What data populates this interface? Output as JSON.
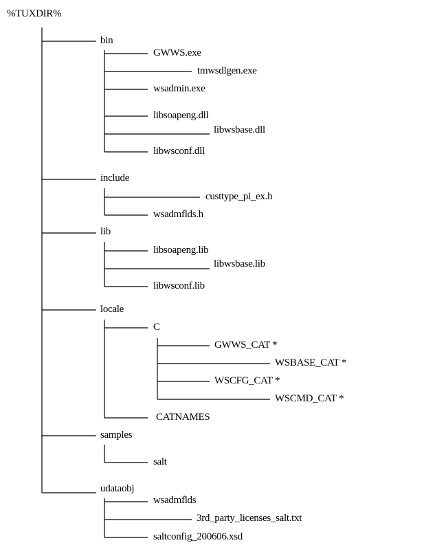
{
  "root": "%TUXDIR%",
  "bin": {
    "label": "bin",
    "children": [
      "GWWS.exe",
      "tmwsdlgen.exe",
      "wsadmin.exe",
      "libsoapeng.dll",
      "libwsbase.dll",
      "libwsconf.dll"
    ]
  },
  "include": {
    "label": "include",
    "children": [
      "custtype_pi_ex.h",
      "wsadmflds.h"
    ]
  },
  "lib": {
    "label": "lib",
    "children": [
      "libsoapeng.lib",
      "libwsbase.lib",
      "libwsconf.lib"
    ]
  },
  "locale": {
    "label": "locale",
    "c": {
      "label": "C",
      "children": [
        "GWWS_CAT *",
        "WSBASE_CAT *",
        "WSCFG_CAT *",
        "WSCMD_CAT *"
      ]
    },
    "catnames": "CATNAMES"
  },
  "samples": {
    "label": "samples",
    "children": [
      "salt"
    ]
  },
  "udataobj": {
    "label": "udataobj",
    "children": [
      "wsadmflds",
      "3rd_party_licenses_salt.txt",
      "saltconfig_200606.xsd"
    ]
  }
}
